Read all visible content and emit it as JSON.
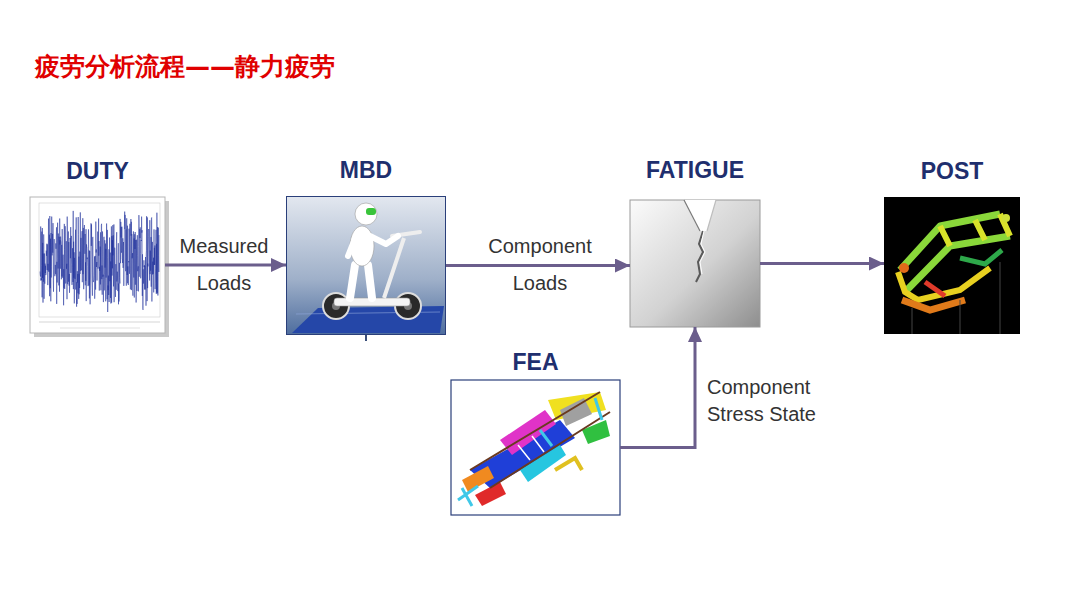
{
  "diagram": {
    "title": "疲劳分析流程——静力疲劳",
    "nodes": [
      {
        "text": [
          "DUTY"
        ]
      },
      {
        "text": [
          "MBD"
        ]
      },
      {
        "text": [
          "FATIGUE"
        ]
      },
      {
        "text": [
          "POST"
        ]
      },
      {
        "text": [
          "FEA"
        ]
      }
    ],
    "edges": [
      {
        "from": 0,
        "to": 1,
        "arrow": "to",
        "label": "Measured Loads"
      },
      {
        "from": 1,
        "to": 2,
        "arrow": "to",
        "label": "Component Loads"
      },
      {
        "from": 2,
        "to": 3,
        "arrow": "to"
      },
      {
        "from": 4,
        "to": 2,
        "arrow": "to",
        "label": "Component Stress State"
      }
    ]
  }
}
